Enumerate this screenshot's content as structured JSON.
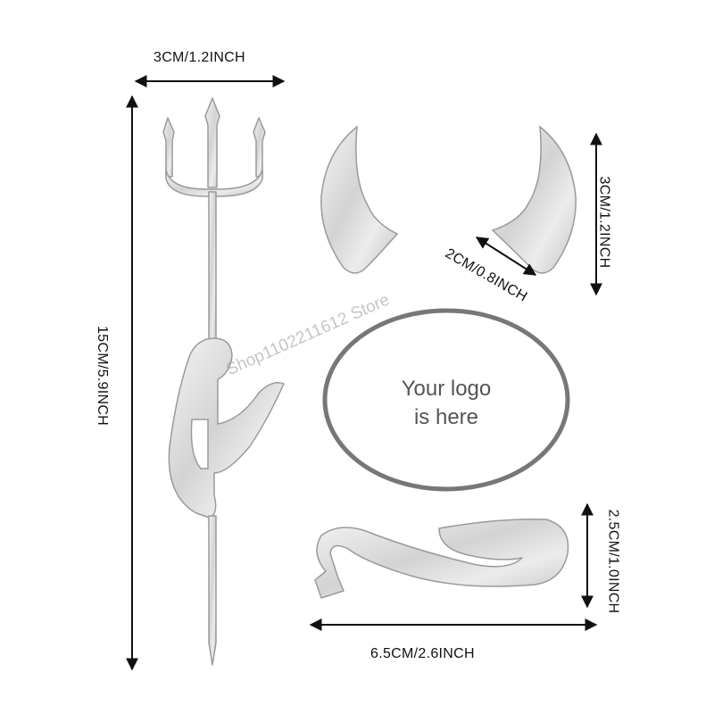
{
  "product_image": {
    "watermark": "Shop1102211612 Store",
    "logo_area": {
      "line1": "Your logo",
      "line2": "is here"
    },
    "dimensions": {
      "trident_width": "3CM/1.2INCH",
      "trident_height": "15CM/5.9INCH",
      "horn_height": "3CM/1.2INCH",
      "horn_width": "2CM/0.8INCH",
      "tail_height": "2.5CM/1.0INCH",
      "tail_width": "6.5CM/2.6INCH"
    },
    "colors": {
      "chrome": "#d9d9d9",
      "chrome_edge": "#9a9a9a",
      "logo_ring": "#777777",
      "text": "#111111"
    },
    "icons": [
      "trident-sticker",
      "horn-sticker-left",
      "horn-sticker-right",
      "tail-sticker",
      "logo-oval"
    ]
  }
}
